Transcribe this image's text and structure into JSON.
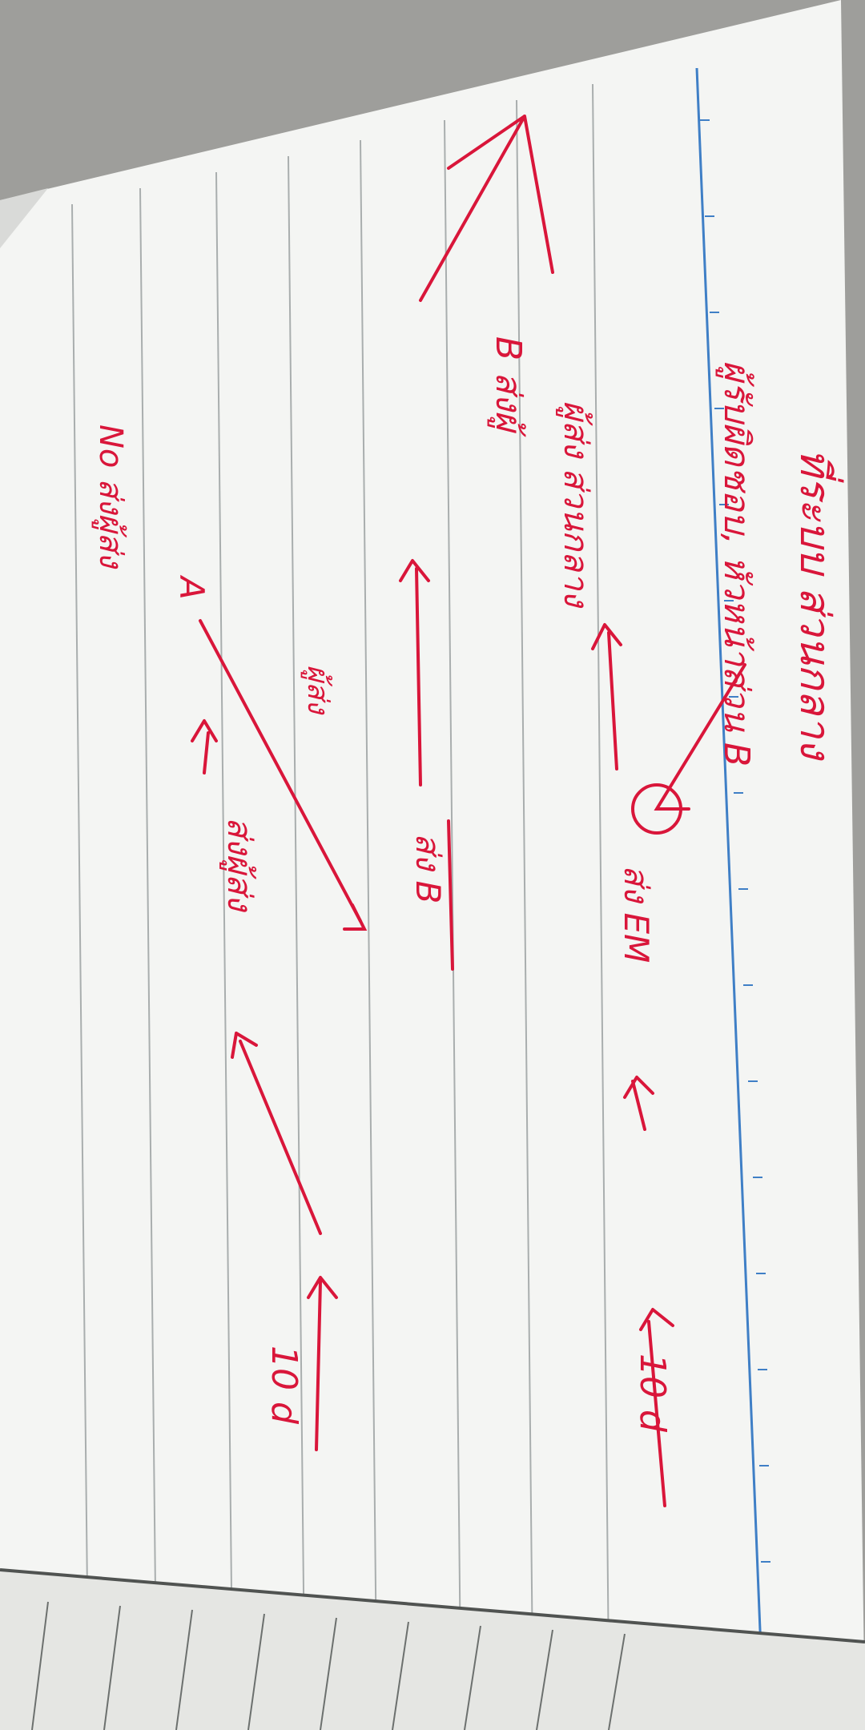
{
  "photo": {
    "subject": "handwritten-notes-on-lined-notebook-paper",
    "orientation": "rotated-90-clockwise",
    "colors": {
      "ink": "#d9163a",
      "paper": "#f4f5f3",
      "ruled_line": "#a9aeae",
      "margin_line": "#3f7fc6",
      "background": "#9e9e9b"
    }
  },
  "notes": {
    "top_heading": "ที่ระบบ ส่วนกลาง",
    "line_1_left": "10 d",
    "line_1_center": "ส่ง EM",
    "line_1_right": "ผู้รับผิดชอบ, หัวหน้าส่วน B",
    "line_2_right": "ผู้ส่ง ส่วนกลาง",
    "line_3_right": "B ส่งผู้",
    "line_3_center": "ส่ง B",
    "line_4_center": "ผู้ส่ง",
    "line_5_left": "10 d",
    "line_5_center": "ส่งผู้ส่ง",
    "line_6_right": "A",
    "bottom_left": "No ส่งผู้ส่ง"
  }
}
